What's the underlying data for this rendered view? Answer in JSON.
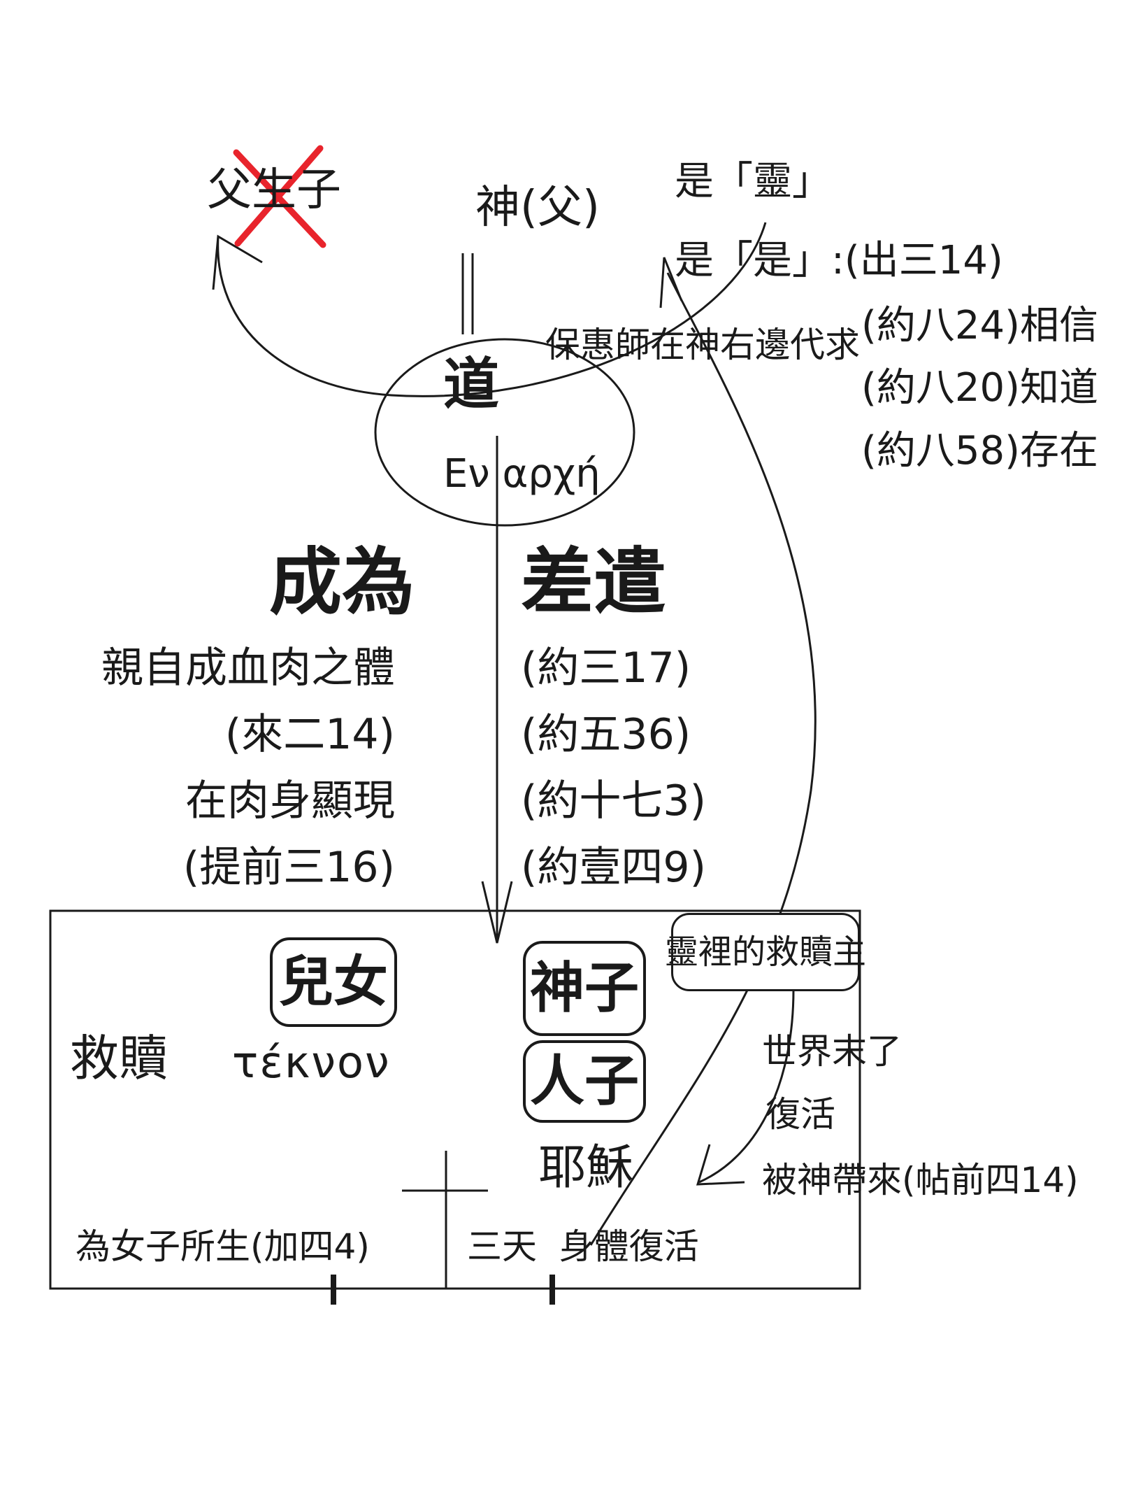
{
  "top": {
    "crossed_phrase": "父生子",
    "god_father": "神(父)",
    "is_spirit": "是「靈」",
    "is_is": "是「是」:(出三14)",
    "intercession": "保惠師在神右邊代求",
    "john_refs": [
      "(約八24)相信",
      "(約八20)知道",
      "(約八58)存在"
    ]
  },
  "word": {
    "label": "道",
    "greek": "Εν αρχή"
  },
  "became": {
    "heading": "成為",
    "lines": [
      "親自成血肉之體",
      "(來二14)",
      "在肉身顯現",
      "(提前三16)"
    ]
  },
  "sent": {
    "heading": "差遣",
    "lines": [
      "(約三17)",
      "(約五36)",
      "(約十七3)",
      "(約壹四9)"
    ]
  },
  "box": {
    "redemption": "救贖",
    "children": "兒女",
    "teknon": "τέκνον",
    "son_of_god": "神子",
    "son_of_man": "人子",
    "jesus": "耶穌",
    "spiritual_redeemer": "靈裡的救贖主",
    "end_notes": [
      "世界末了",
      "復活",
      "被神帶來(帖前四14)"
    ],
    "born_of_woman": "為女子所生(加四4)",
    "resurrection": "三天  身體復活"
  },
  "colors": {
    "ink": "#1a1a1a",
    "cross": "#e8242c"
  }
}
